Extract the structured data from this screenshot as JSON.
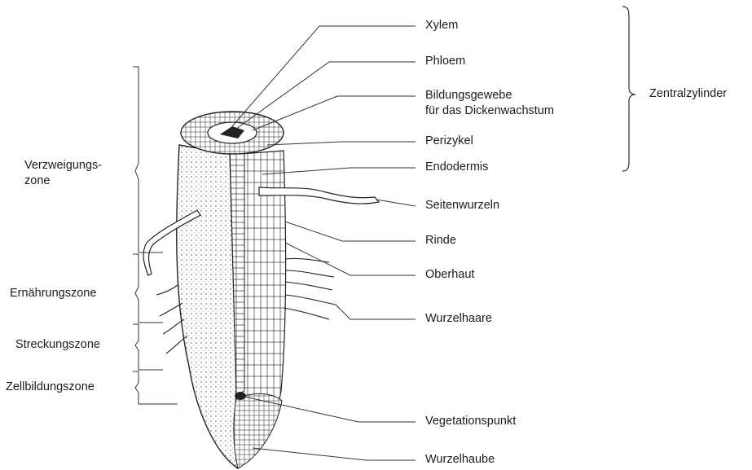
{
  "diagram": {
    "right_labels": {
      "xylem": "Xylem",
      "phloem": "Phloem",
      "bildungsgewebe": "Bildungsgewebe\nfür das Dickenwachstum",
      "perizykel": "Perizykel",
      "endodermis": "Endodermis",
      "seitenwurzeln": "Seitenwurzeln",
      "rinde": "Rinde",
      "oberhaut": "Oberhaut",
      "wurzelhaare": "Wurzelhaare",
      "vegetationspunkt": "Vegetationspunkt",
      "wurzelhaube": "Wurzelhaube"
    },
    "group_label": "Zentralzylinder",
    "left_zones": {
      "verzweigungszone": "Verzweigungs-\nzone",
      "ernaehrungszone": "Ernährungszone",
      "streckungszone": "Streckungszone",
      "zellbildungszone": "Zellbildungszone"
    }
  }
}
